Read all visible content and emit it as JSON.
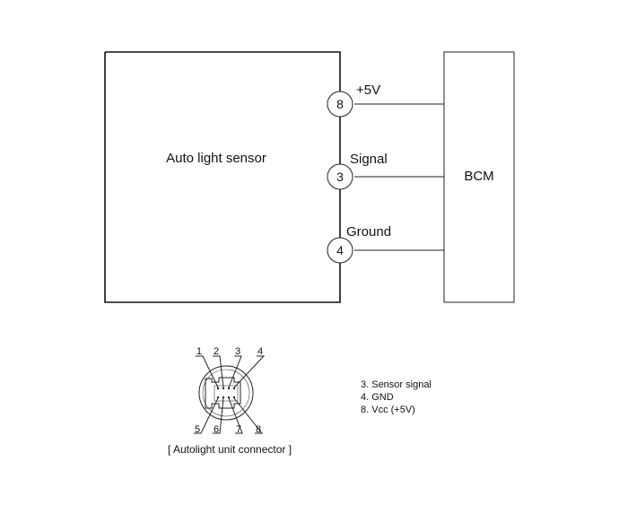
{
  "sensor_block": {
    "label": "Auto light sensor"
  },
  "bcm_block": {
    "label": "BCM"
  },
  "pins": [
    {
      "number": "8",
      "signal": "+5V"
    },
    {
      "number": "3",
      "signal": "Signal"
    },
    {
      "number": "4",
      "signal": "Ground"
    }
  ],
  "connector": {
    "caption": "[ Autolight unit connector ]",
    "top_pin_labels": [
      "1",
      "2",
      "3",
      "4"
    ],
    "bottom_pin_labels": [
      "5",
      "6",
      "7",
      "8"
    ]
  },
  "legend": [
    "3. Sensor signal",
    "4. GND",
    "8. Vcc (+5V)"
  ]
}
